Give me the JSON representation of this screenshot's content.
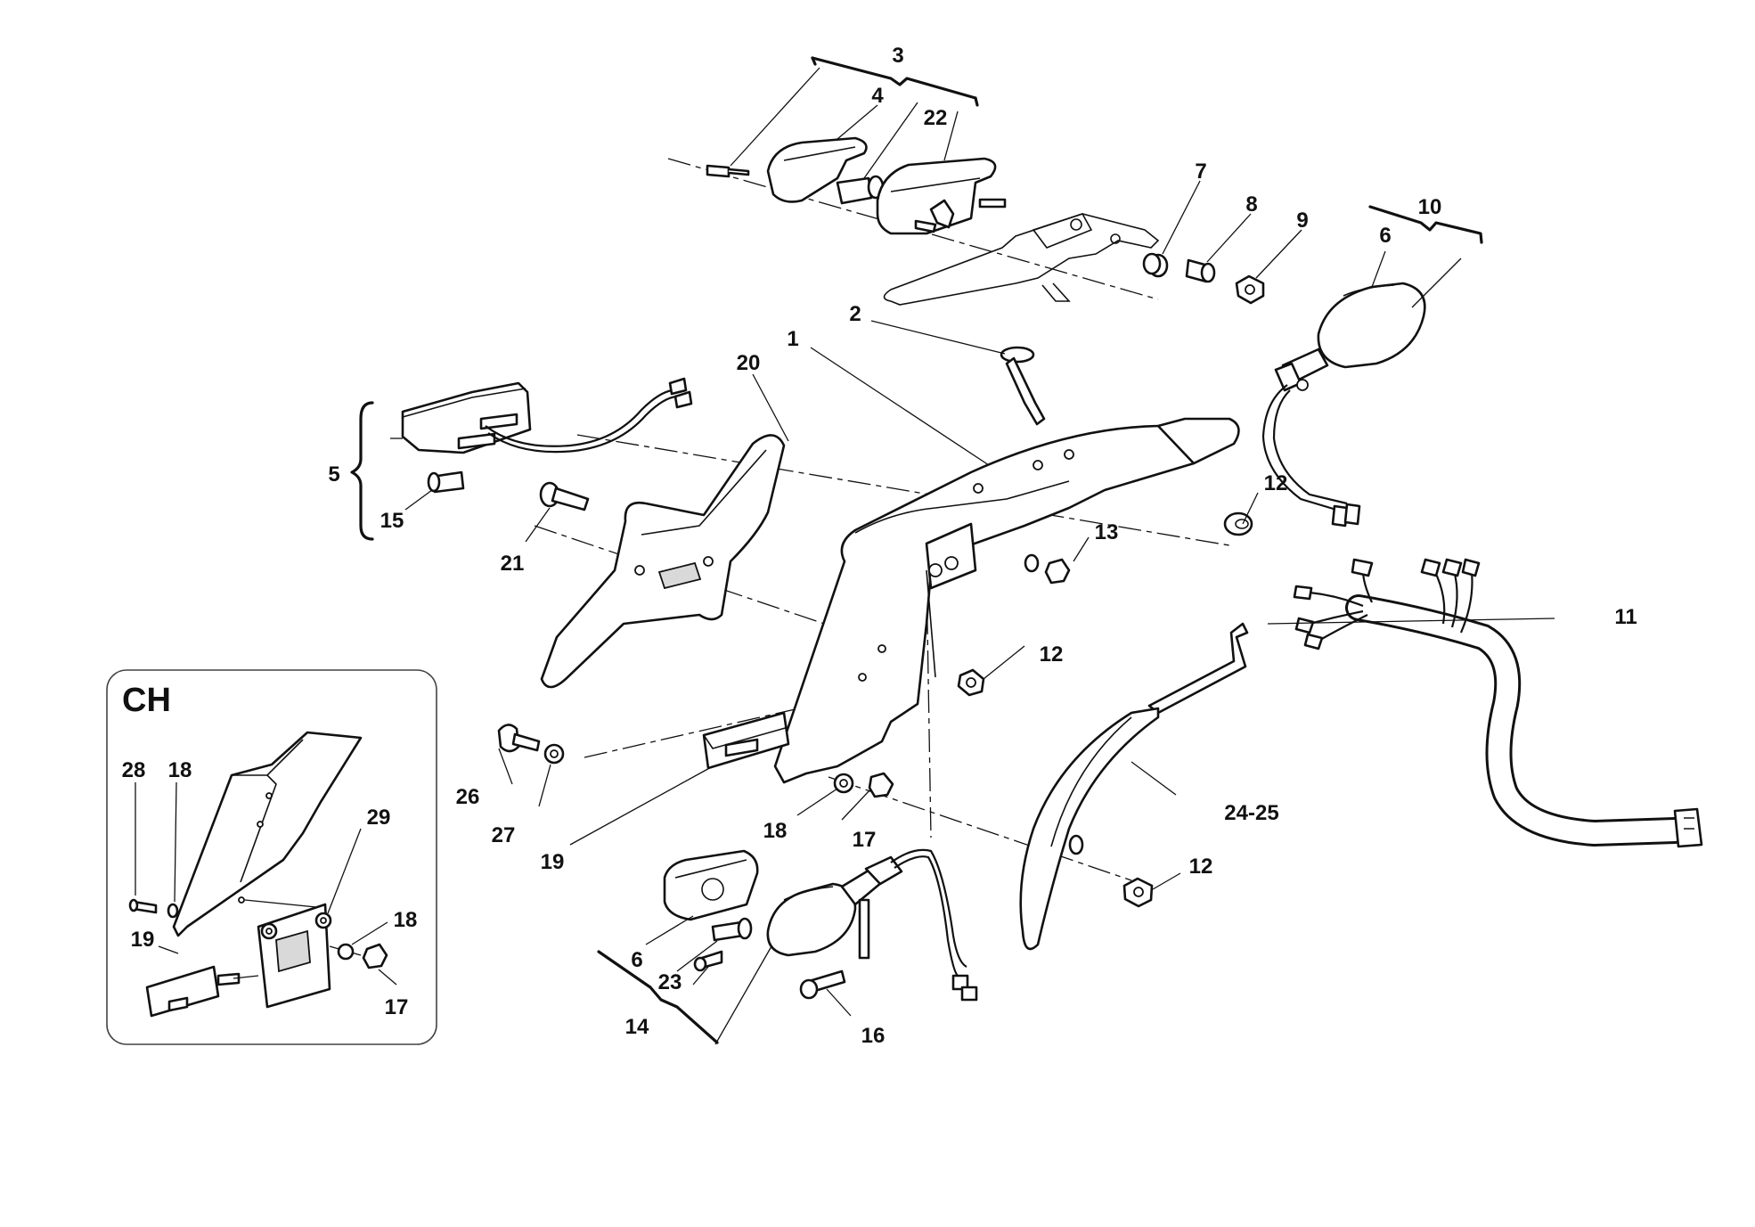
{
  "callouts": {
    "c1": "1",
    "c2": "2",
    "c3": "3",
    "c4": "4",
    "c5": "5",
    "c6a": "6",
    "c6b": "6",
    "c7": "7",
    "c8": "8",
    "c9": "9",
    "c10": "10",
    "c11": "11",
    "c12a": "12",
    "c12b": "12",
    "c12c": "12",
    "c13": "13",
    "c14": "14",
    "c15": "15",
    "c16": "16",
    "c17a": "17",
    "c18a": "18",
    "c19a": "19",
    "c20": "20",
    "c21": "21",
    "c22": "22",
    "c23": "23",
    "c2425": "24-25",
    "c26": "26",
    "c27": "27"
  },
  "inset": {
    "title": "CH",
    "c28": "28",
    "c18b": "18",
    "c18c": "18",
    "c29": "29",
    "c19b": "19",
    "c17b": "17"
  }
}
